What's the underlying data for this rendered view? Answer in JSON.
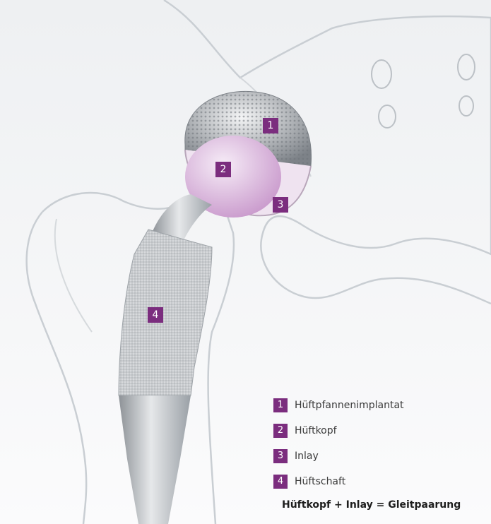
{
  "markers": [
    {
      "number": "1"
    },
    {
      "number": "2"
    },
    {
      "number": "3"
    },
    {
      "number": "4"
    }
  ],
  "legend": [
    {
      "number": "1",
      "label": "Hüftpfannenimplantat"
    },
    {
      "number": "2",
      "label": "Hüftkopf"
    },
    {
      "number": "3",
      "label": "Inlay"
    },
    {
      "number": "4",
      "label": "Hüftschaft"
    }
  ],
  "equation": "Hüftkopf + Inlay = Gleitpaarung",
  "colors": {
    "accent": "#7b2d7e",
    "inlay": "#e4c6e6",
    "bone_outline": "#c9ced3"
  }
}
